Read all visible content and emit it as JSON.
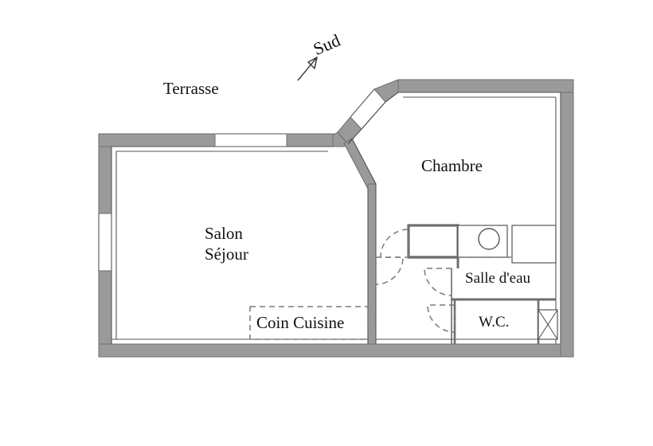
{
  "document": {
    "type": "architectural-floor-plan",
    "language": "fr",
    "background_color": "#ffffff"
  },
  "colors": {
    "wall_fill": "#9a9a9a",
    "wall_stroke": "#6e6e6e",
    "thin_line": "#555555",
    "dashed_line": "#7a7a7a",
    "text": "#111111",
    "room_fill": "#ffffff"
  },
  "labels": {
    "terrasse": "Terrasse",
    "compass": "Sud",
    "salon_line1": "Salon",
    "salon_line2": "Séjour",
    "chambre": "Chambre",
    "salle_deau": "Salle d'eau",
    "wc": "W.C.",
    "coin_cuisine": "Coin Cuisine"
  },
  "rooms": [
    {
      "name": "Terrasse",
      "interior": false,
      "label": "Terrasse"
    },
    {
      "name": "Salon Séjour",
      "interior": true,
      "label": "Salon Séjour"
    },
    {
      "name": "Coin Cuisine",
      "interior": true,
      "label": "Coin Cuisine"
    },
    {
      "name": "Chambre",
      "interior": true,
      "label": "Chambre"
    },
    {
      "name": "Salle d'eau",
      "interior": true,
      "label": "Salle d'eau"
    },
    {
      "name": "W.C.",
      "interior": true,
      "label": "W.C."
    }
  ],
  "annotations": {
    "compass_direction": "Sud",
    "compass_arrow": "north-east-arrow-icon"
  },
  "fixtures": [
    {
      "name": "shower-tray",
      "room": "Salle d'eau"
    },
    {
      "name": "wash-basin",
      "room": "Salle d'eau",
      "shape": "circle"
    },
    {
      "name": "cabinet",
      "room": "Salle d'eau"
    },
    {
      "name": "utility-shaft",
      "room": "W.C.",
      "shape": "x-cross"
    }
  ],
  "openings": [
    {
      "name": "window-top-salon",
      "wall": "top",
      "room": "Salon Séjour"
    },
    {
      "name": "window-left-salon",
      "wall": "left",
      "room": "Salon Séjour"
    },
    {
      "name": "window-bay-upper",
      "wall": "diagonal",
      "room": "Chambre"
    },
    {
      "name": "window-bay-lower",
      "wall": "diagonal",
      "room": "Chambre"
    },
    {
      "name": "door-chambre",
      "room": "Chambre",
      "type": "swing"
    },
    {
      "name": "door-hall",
      "room": "Salon Séjour",
      "type": "swing"
    },
    {
      "name": "door-salle-deau",
      "room": "Salle d'eau",
      "type": "swing"
    },
    {
      "name": "door-wc",
      "room": "W.C.",
      "type": "swing"
    }
  ]
}
